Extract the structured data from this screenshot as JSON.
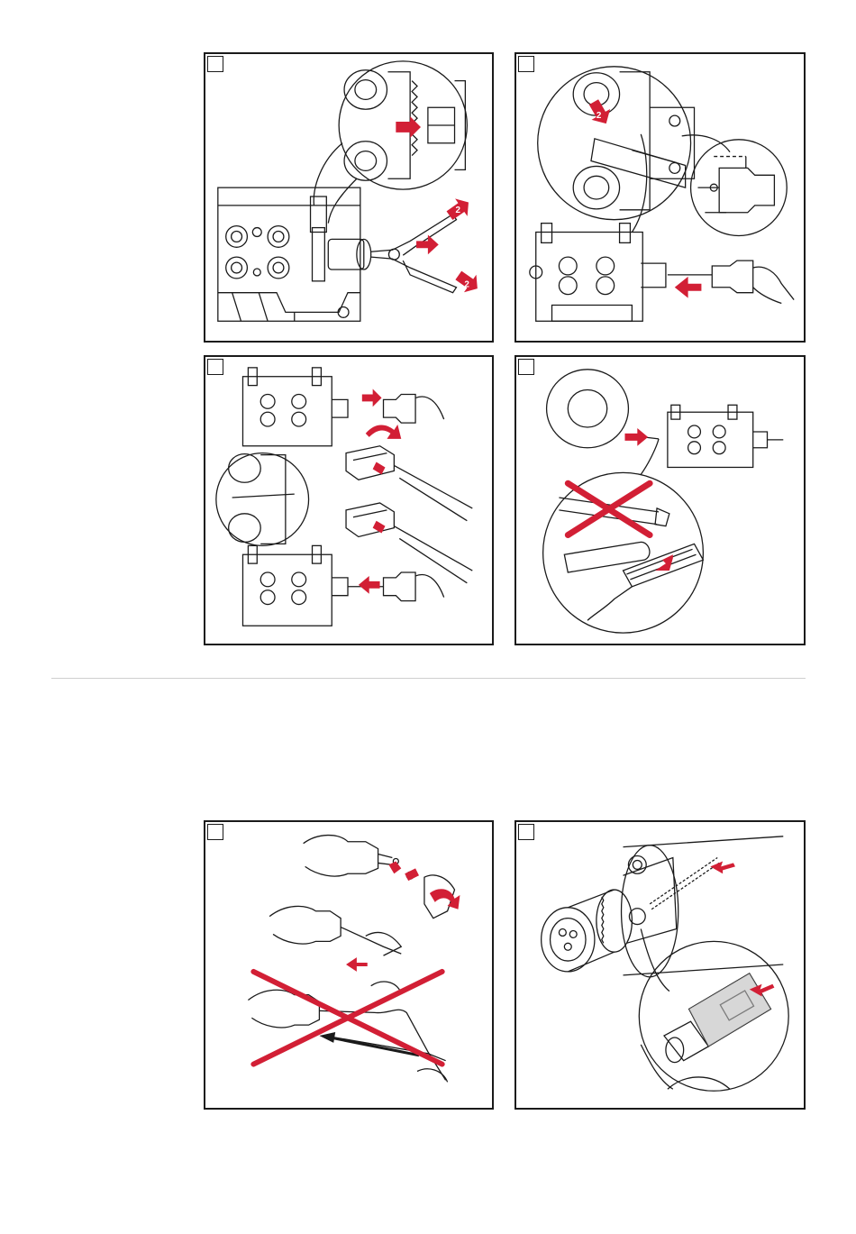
{
  "colors": {
    "accent": "#d21f35",
    "line": "#1a1a1a",
    "rule": "#cfcfcf"
  },
  "panels": [
    {
      "id": "p1",
      "step": "",
      "label2a": "2",
      "label2b": "2",
      "label2c": "2"
    },
    {
      "id": "p2",
      "step": "",
      "label2a": "2"
    },
    {
      "id": "p3",
      "step": ""
    },
    {
      "id": "p4",
      "step": ""
    },
    {
      "id": "p5",
      "step": ""
    },
    {
      "id": "p6",
      "step": ""
    }
  ]
}
